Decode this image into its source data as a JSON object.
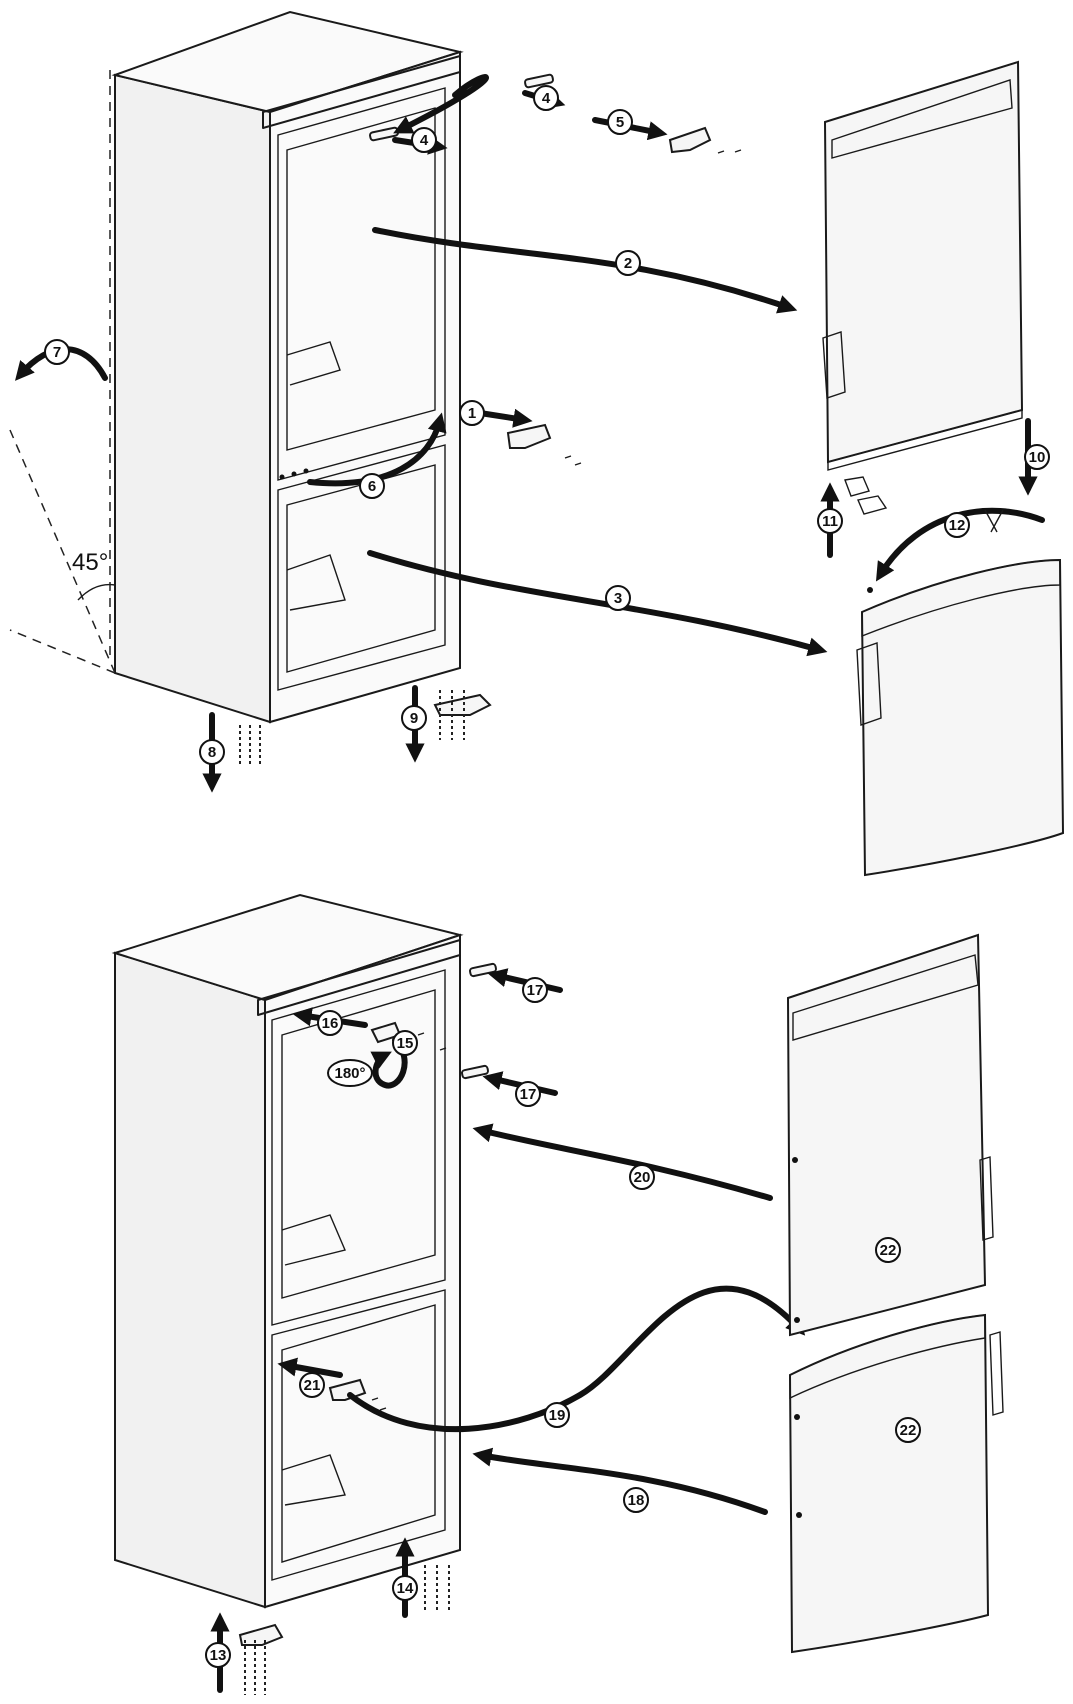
{
  "angle_label": "45°",
  "rotation_label": "180°",
  "steps": {
    "s1": "1",
    "s2": "2",
    "s3": "3",
    "s4a": "4",
    "s4b": "4",
    "s5": "5",
    "s6": "6",
    "s7": "7",
    "s8": "8",
    "s9": "9",
    "s10": "10",
    "s11": "11",
    "s12": "12",
    "s13": "13",
    "s14": "14",
    "s15": "15",
    "s16": "16",
    "s17a": "17",
    "s17b": "17",
    "s18": "18",
    "s19": "19",
    "s20": "20",
    "s21": "21",
    "s22a": "22",
    "s22b": "22"
  }
}
